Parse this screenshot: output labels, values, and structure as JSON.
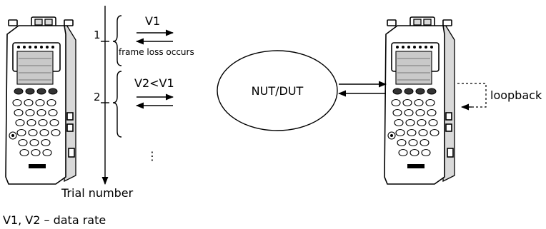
{
  "labels": {
    "v1": "V1",
    "frame_loss": "frame loss occurs",
    "v2": "V2<V1",
    "nut_dut": "NUT/DUT",
    "loopback": "loopback",
    "trial_number": "Trial number",
    "legend": "V1, V2 – data rate",
    "tick_1": "1",
    "tick_2": "2",
    "ellipsis": "⋮"
  },
  "icons": {
    "left_device": "handheld-tester-icon",
    "right_device": "handheld-tester-icon"
  }
}
